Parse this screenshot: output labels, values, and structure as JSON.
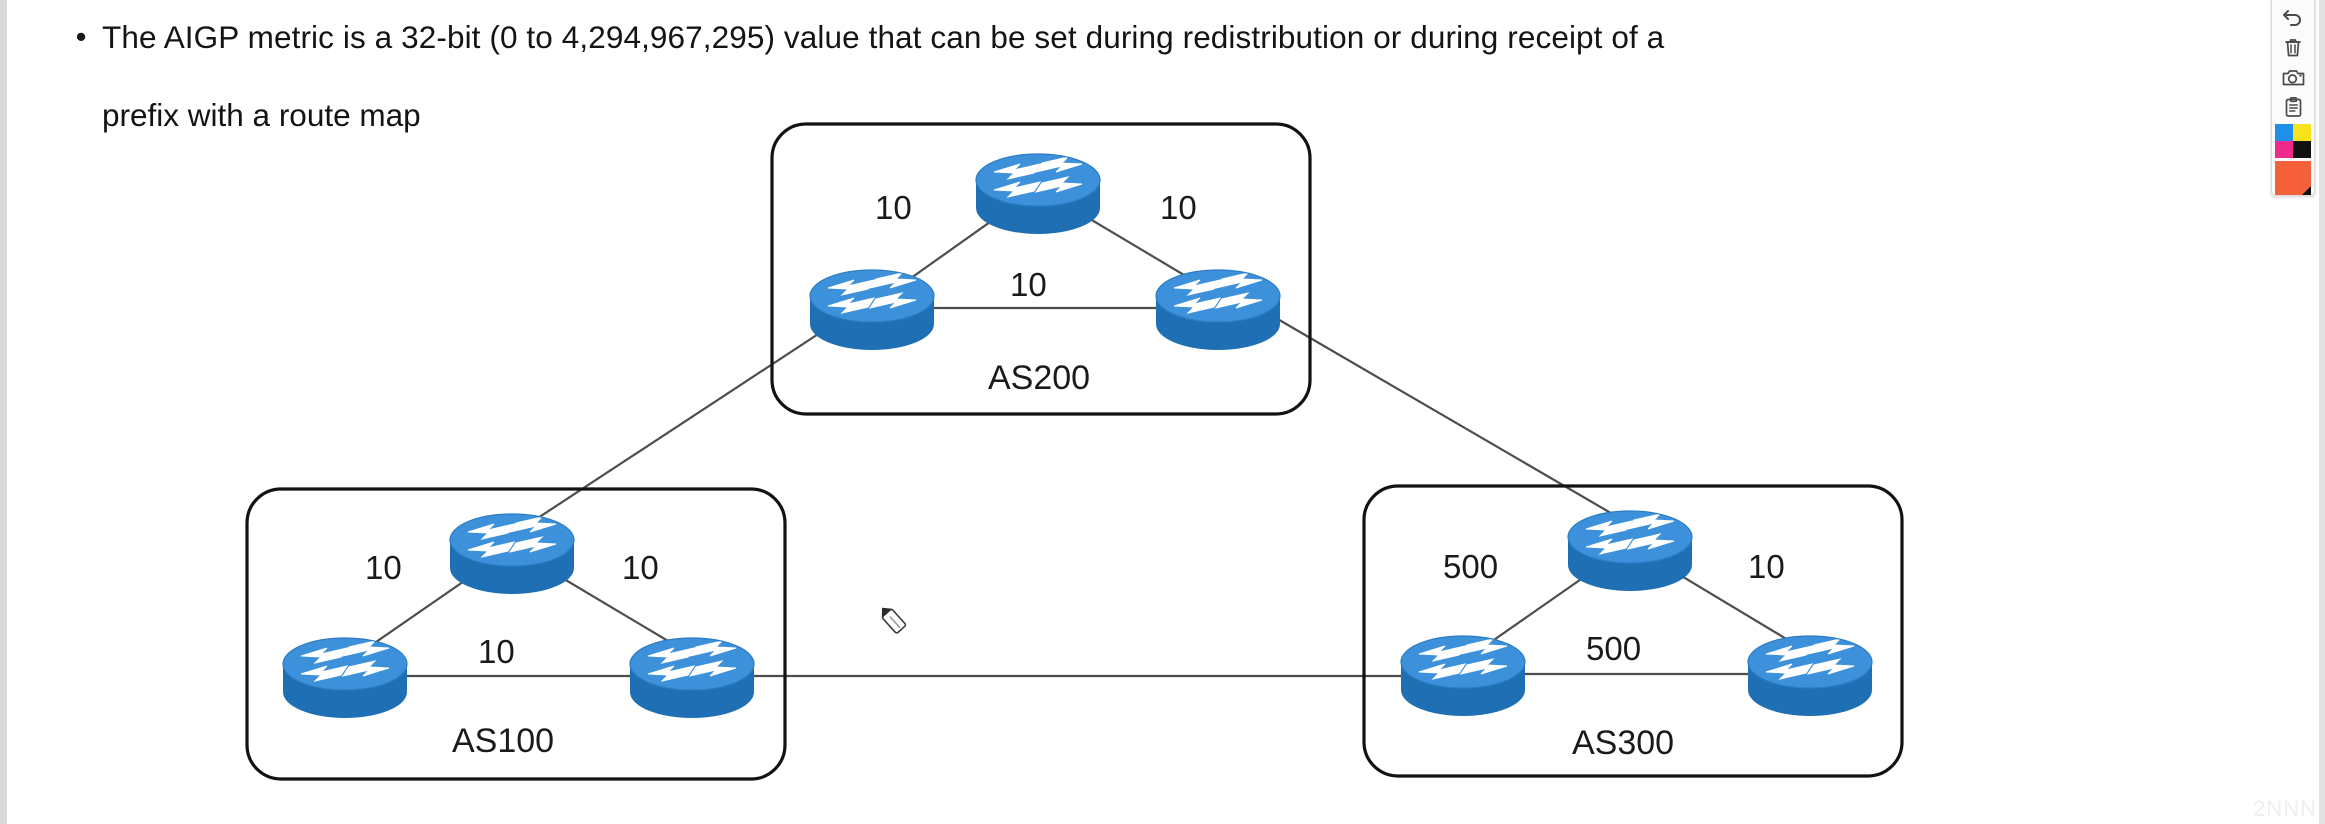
{
  "slide": {
    "bullet": {
      "marker": "•",
      "line1": "The AIGP metric is a 32-bit (0 to 4,294,967,295) value that can be set during redistribution or during receipt of a",
      "line2": "prefix with a route map"
    }
  },
  "diagram": {
    "type": "network-topology",
    "domains": [
      {
        "id": "as200",
        "label": "AS200",
        "routers": [
          "as200-top",
          "as200-left",
          "as200-right"
        ],
        "link_costs": [
          "10",
          "10",
          "10"
        ]
      },
      {
        "id": "as100",
        "label": "AS100",
        "routers": [
          "as100-top",
          "as100-left",
          "as100-right"
        ],
        "link_costs": [
          "10",
          "10",
          "10"
        ]
      },
      {
        "id": "as300",
        "label": "AS300",
        "routers": [
          "as300-top",
          "as300-left",
          "as300-right"
        ],
        "link_costs": [
          "500",
          "10",
          "500"
        ]
      }
    ],
    "costs": {
      "as200_left": "10",
      "as200_right": "10",
      "as200_bottom": "10",
      "as100_left": "10",
      "as100_right": "10",
      "as100_bottom": "10",
      "as300_left": "500",
      "as300_right": "10",
      "as300_bottom": "500"
    },
    "inter_as_links": [
      {
        "from": "as100-top",
        "to": "as200-left"
      },
      {
        "from": "as200-right",
        "to": "as300-top"
      },
      {
        "from": "as100-right",
        "to": "as300-left"
      }
    ],
    "colors": {
      "router_top": "#3d91db",
      "router_body": "#1f6fb5",
      "link_line": "#4d4d4d",
      "box_border": "#121212",
      "text": "#141414"
    }
  },
  "toolbar": {
    "items": [
      {
        "name": "undo-icon",
        "label": "Undo"
      },
      {
        "name": "trash-icon",
        "label": "Delete"
      },
      {
        "name": "camera-icon",
        "label": "Screenshot"
      },
      {
        "name": "clipboard-icon",
        "label": "Notes"
      }
    ],
    "palette": {
      "swatches": [
        "#1e90e8",
        "#f8e21c",
        "#ef2a8a",
        "#111111"
      ],
      "active": "#f4603a"
    }
  },
  "cursor": {
    "name": "pen-cursor",
    "tool": "pen"
  },
  "watermark": {
    "text": "2NNN"
  }
}
